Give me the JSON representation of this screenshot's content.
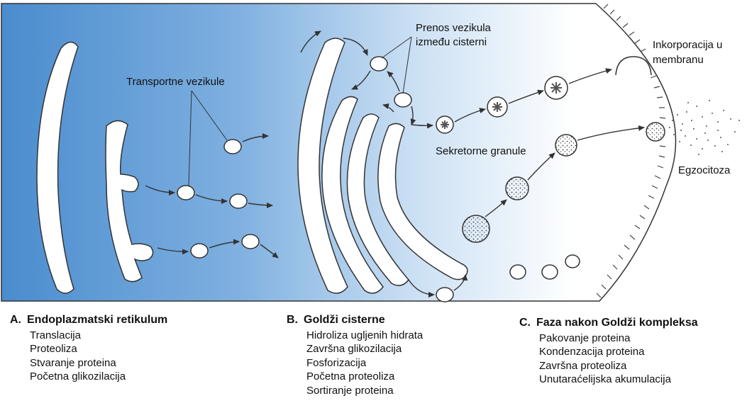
{
  "labels": {
    "transport_vesicles": "Transportne vezikule",
    "transfer_line1": "Prenos vezikula",
    "transfer_line2": "između cisterni",
    "incorporation_line1": "Inkorporacija u",
    "incorporation_line2": "membranu",
    "secretory_granules": "Sekretorne granule",
    "exocytosis": "Egzocitoza"
  },
  "stages": [
    {
      "letter": "A.",
      "title": "Endoplazmatski retikulum",
      "items": [
        "Translacija",
        "Proteoliza",
        "Stvaranje proteina",
        "Početna glikozilacija"
      ]
    },
    {
      "letter": "B.",
      "title": "Goldži cisterne",
      "items": [
        "Hidroliza ugljenih hidrata",
        "Završna glikozilacija",
        "Fosforizacija",
        "Početna proteoliza",
        "Sortiranje proteina"
      ]
    },
    {
      "letter": "C.",
      "title": "Faza nakon Goldži kompleksa",
      "items": [
        "Pakovanje proteina",
        "Kondenzacija proteina",
        "Završna proteoliza",
        "Unutaraćelijska akumulacija"
      ]
    }
  ],
  "colors": {
    "cell_left": "#4a8cce",
    "cell_mid": "#a9cbec",
    "cell_right": "#ffffff",
    "outline": "#333333"
  }
}
